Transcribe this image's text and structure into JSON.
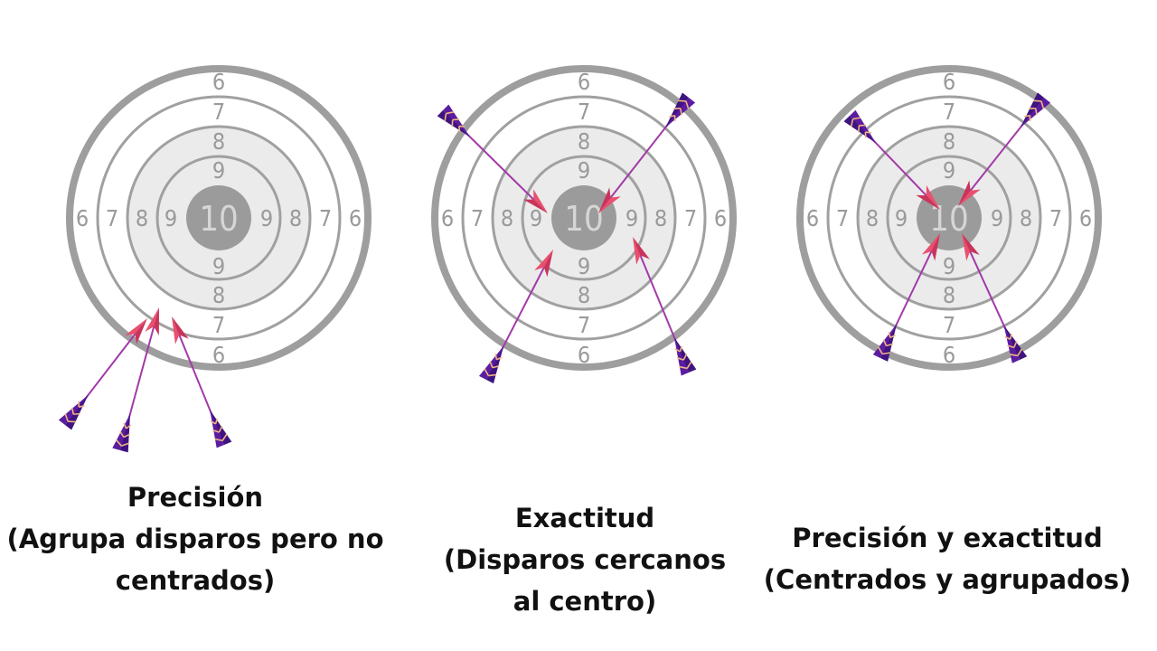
{
  "colors": {
    "ring_outer": "#9e9e9e",
    "ring_line": "#a0a0a0",
    "inner_fill": "#ebebeb",
    "bull": "#9b9b9b",
    "numbers": "#9a9a9a",
    "bull_number": "#d6d6d6",
    "shaft": "#a23aa8",
    "fletch": "#5a1ca0",
    "fletch_stripe": "#f0b483",
    "head": "#e8506e"
  },
  "targets": [
    {
      "ring_numbers": [
        "6",
        "7",
        "8",
        "9",
        "10"
      ],
      "caption": {
        "title": "Precisión",
        "lines": [
          "(Agrupa disparos pero no",
          "centrados)"
        ]
      }
    },
    {
      "ring_numbers": [
        "6",
        "7",
        "8",
        "9",
        "10"
      ],
      "caption": {
        "title": "Exactitud",
        "lines": [
          "(Disparos cercanos",
          "al centro)"
        ]
      }
    },
    {
      "ring_numbers": [
        "6",
        "7",
        "8",
        "9",
        "10"
      ],
      "caption": {
        "title": "Precisión y exactitud",
        "lines": [
          "(Centrados y agrupados)"
        ]
      }
    }
  ],
  "icons": {
    "arrow": "arrow-icon",
    "target": "target-icon"
  }
}
